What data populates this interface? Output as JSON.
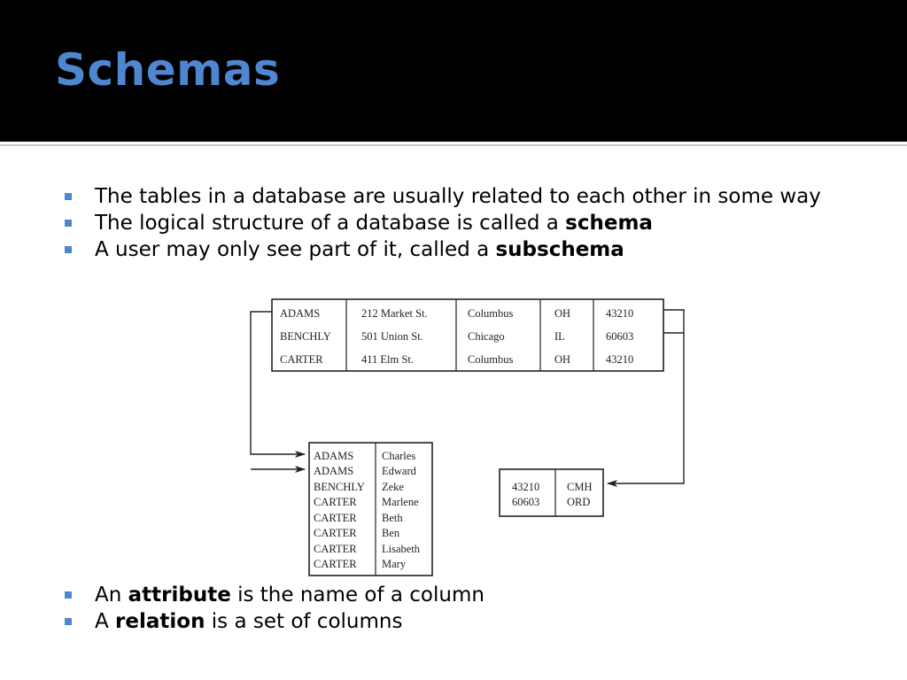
{
  "slide": {
    "title": "Schemas",
    "bullets_top": [
      {
        "text": "The tables in a database are usually related to each other in some way"
      },
      {
        "prefix": "The logical structure of a database is called a ",
        "bold": "schema",
        "suffix": ""
      },
      {
        "prefix": "A user may only see part of it, called a ",
        "bold": "subschema",
        "suffix": ""
      }
    ],
    "bullets_bottom": [
      {
        "prefix": "An ",
        "bold": "attribute",
        "suffix": " is the name of a column"
      },
      {
        "prefix": "A ",
        "bold": "relation",
        "suffix": " is a set of columns"
      }
    ],
    "accent_color": "#4f86d0",
    "bullet_icon": "square-bullet-icon"
  },
  "diagram": {
    "address_table": {
      "rows": [
        [
          "ADAMS",
          "212 Market St.",
          "Columbus",
          "OH",
          "43210"
        ],
        [
          "BENCHLY",
          "501  Union  St.",
          "Chicago",
          "IL",
          "60603"
        ],
        [
          "CARTER",
          "411 Elm St.",
          "Columbus",
          "OH",
          "43210"
        ]
      ]
    },
    "people_table": {
      "rows": [
        [
          "ADAMS",
          "Charles"
        ],
        [
          "ADAMS",
          "Edward"
        ],
        [
          "BENCHLY",
          "Zeke"
        ],
        [
          "CARTER",
          "Marlene"
        ],
        [
          "CARTER",
          "Beth"
        ],
        [
          "CARTER",
          "Ben"
        ],
        [
          "CARTER",
          "Lisabeth"
        ],
        [
          "CARTER",
          "Mary"
        ]
      ]
    },
    "zip_table": {
      "rows": [
        [
          "43210",
          "CMH"
        ],
        [
          "60603",
          "ORD"
        ]
      ]
    }
  }
}
